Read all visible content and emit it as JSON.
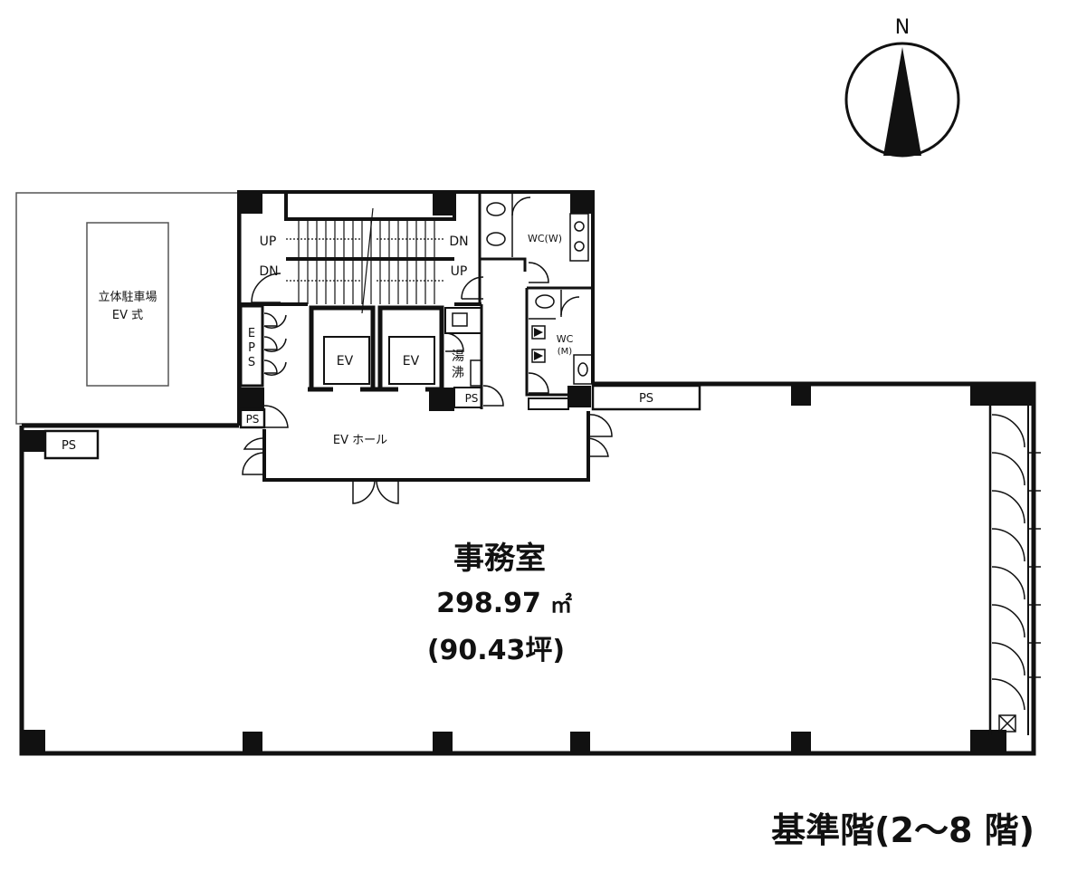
{
  "compass": {
    "north_label": "N"
  },
  "parking": {
    "line1": "立体駐車場",
    "line2": "EV 式"
  },
  "stairs": {
    "up_left": "UP",
    "dn_right": "DN",
    "dn_left": "DN",
    "up_right": "UP"
  },
  "eps": {
    "e": "E",
    "p": "P",
    "s": "S"
  },
  "ps_label": "PS",
  "elevator_label": "EV",
  "kettle": {
    "line1": "湯",
    "line2": "沸"
  },
  "wc_women": "WC(W)",
  "wc_men": {
    "line1": "WC",
    "line2": "(M)"
  },
  "ev_hall": "EV ホール",
  "office": {
    "name": "事務室",
    "area_m2": "298.97",
    "unit": "㎡",
    "area_tsubo": "(90.43坪)"
  },
  "floor_title": "基準階(2～8 階)"
}
